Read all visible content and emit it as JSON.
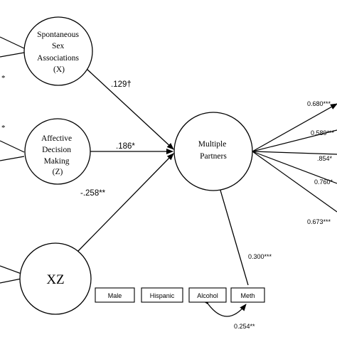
{
  "nodes": {
    "x": {
      "lines": [
        "Spontaneous",
        "Sex",
        "Associations",
        "(X)"
      ]
    },
    "z": {
      "lines": [
        "Affective",
        "Decision",
        "Making",
        "(Z)"
      ]
    },
    "xz": {
      "label": "XZ"
    },
    "outcome": {
      "lines": [
        "Multiple",
        "Partners"
      ]
    }
  },
  "paths": {
    "x_to_outcome": ".129†",
    "z_to_outcome": ".186*",
    "xz_to_outcome": "-.258**",
    "meth_to_outcome": "0.300***",
    "alcohol_meth_cov": "0.254**"
  },
  "covariates": [
    "Male",
    "Hispanic",
    "Alcohol",
    "Meth"
  ],
  "loadings": [
    "0.680***",
    "0.589***",
    ".854*",
    "0.760*",
    "0.673***"
  ],
  "left_marks": [
    "*",
    "*"
  ]
}
